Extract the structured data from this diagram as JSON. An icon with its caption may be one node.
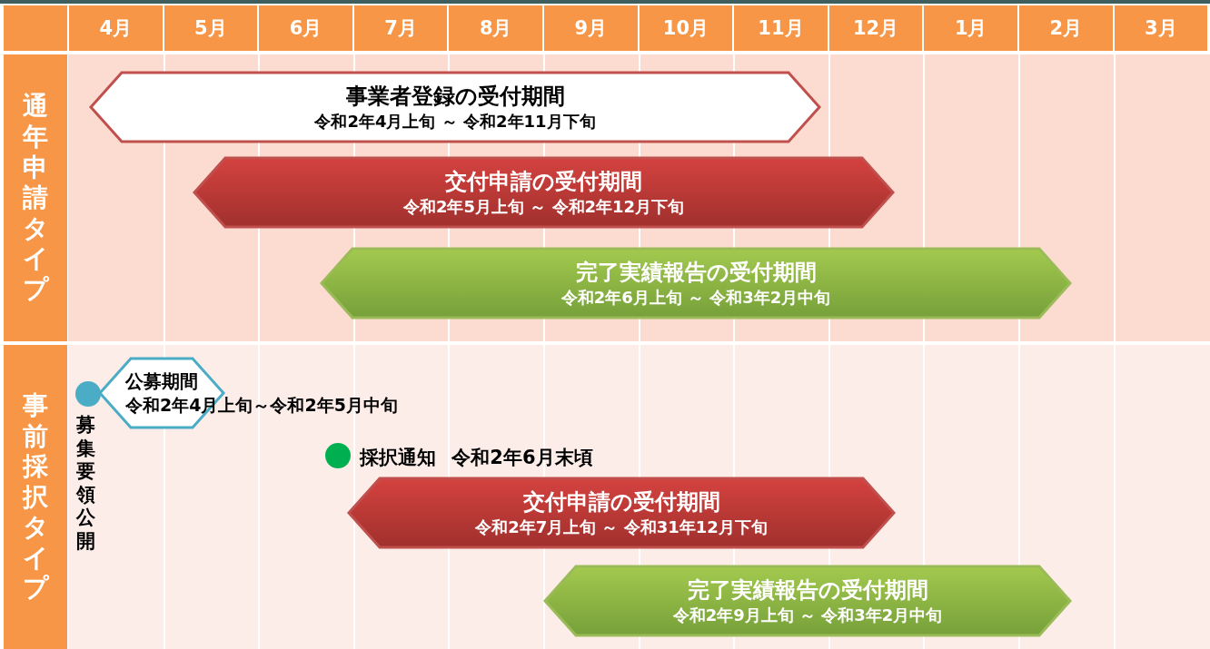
{
  "diagram": {
    "nodes": [
      {
        "text": [
          "通年申請タイプ"
        ]
      },
      {
        "text": [
          "事業者登録の受付期間",
          "令和2年4月上旬 ～ 令和2年11月下旬"
        ]
      },
      {
        "text": [
          "交付申請の受付期間",
          "令和2年5月上旬 ～ 令和2年12月下旬"
        ]
      },
      {
        "text": [
          "完了実績報告の受付期間",
          "令和2年6月上旬 ～ 令和3年2月中旬"
        ]
      },
      {
        "text": [
          "事前採択タイプ"
        ]
      },
      {
        "text": [],
        "shape": "circle",
        "beside": [
          "募集要領公開"
        ]
      },
      {
        "text": [
          "公募期間",
          "令和2年4月上旬～令和2年5月中旬"
        ]
      },
      {
        "text": [],
        "shape": "circle",
        "beside": [
          "採択通知 令和2年6月末頃"
        ]
      },
      {
        "text": [
          "交付申請の受付期間",
          "令和2年7月上旬 ～ 令和31年12月下旬"
        ]
      },
      {
        "text": [
          "完了実績報告の受付期間",
          "令和2年9月上旬 ～ 令和3年2月中旬"
        ]
      }
    ],
    "edges": [],
    "labels": [
      "4月",
      "5月",
      "6月",
      "7月",
      "8月",
      "9月",
      "10月",
      "11月",
      "12月",
      "1月",
      "2月",
      "3月"
    ]
  }
}
